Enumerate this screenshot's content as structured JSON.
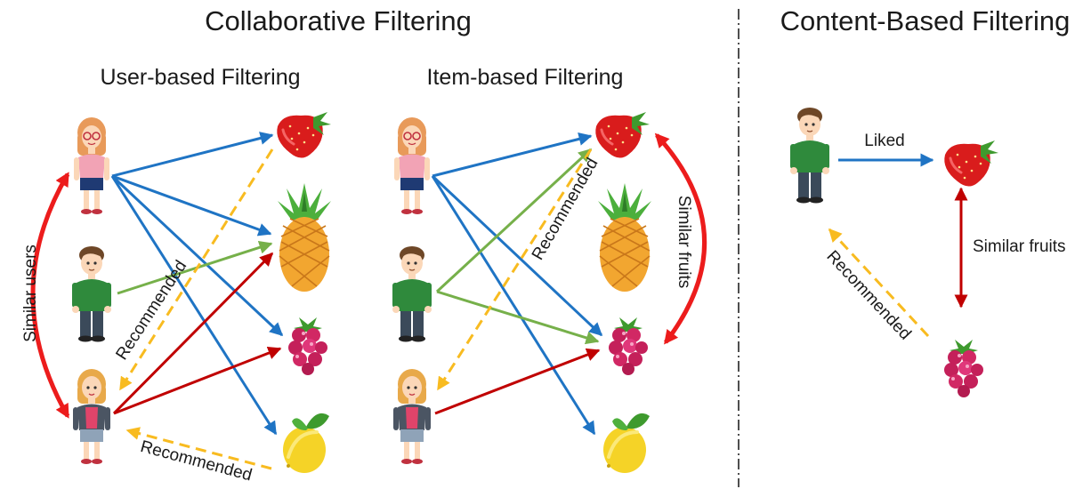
{
  "titles": {
    "collaborative": "Collaborative Filtering",
    "content_based": "Content-Based Filtering",
    "user_based": "User-based Filtering",
    "item_based": "Item-based Filtering"
  },
  "labels": {
    "similar_users": "Similar users",
    "recommended": "Recommended",
    "similar_fruits": "Similar fruits",
    "liked": "Liked"
  },
  "colors": {
    "blue": "#1f74c4",
    "green": "#76b04a",
    "dark_red": "#c00000",
    "bright_red": "#ec1c1c",
    "yellow": "#f8bb20",
    "divider": "#222222"
  },
  "icons": [
    "woman-icon",
    "man-icon",
    "blonde-woman-icon",
    "strawberry-icon",
    "pineapple-icon",
    "raspberry-icon",
    "lemon-icon"
  ]
}
